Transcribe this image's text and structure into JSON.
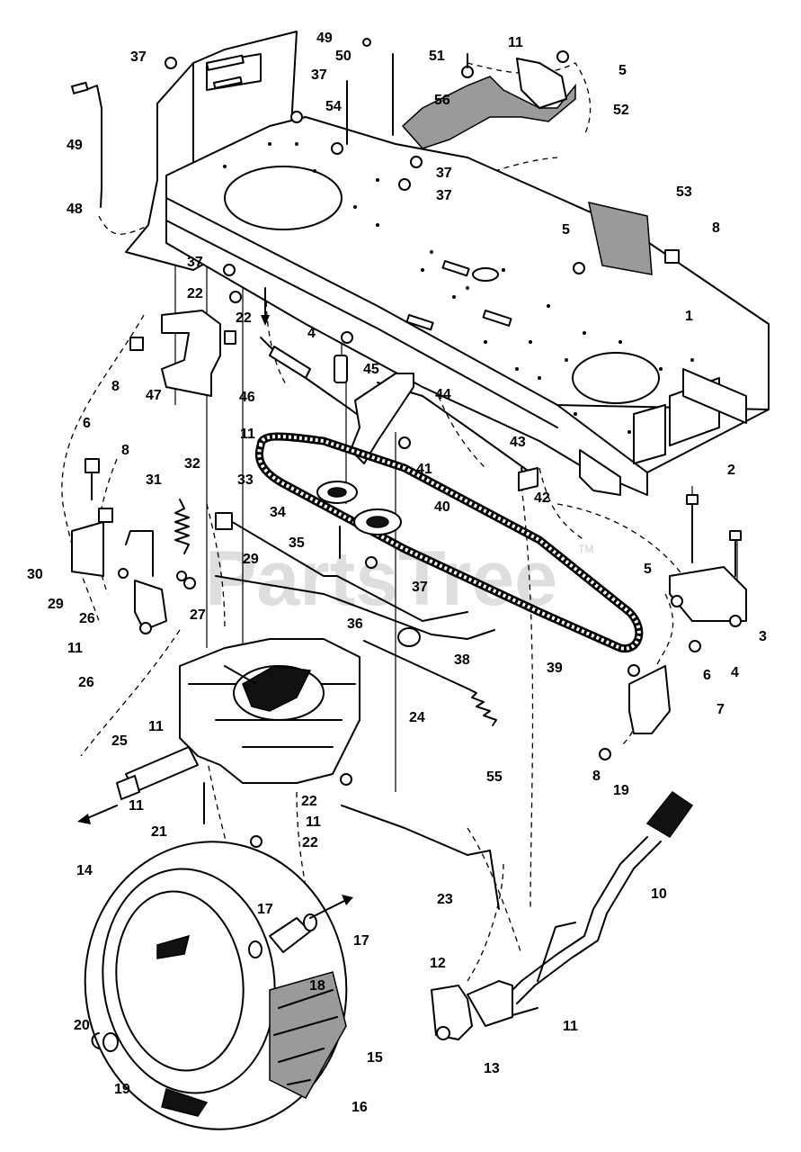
{
  "watermark": {
    "text": "PartsTree",
    "trademark": "TM"
  },
  "callouts": [
    {
      "label": "37"
    },
    {
      "label": "49"
    },
    {
      "label": "11"
    },
    {
      "label": "50"
    },
    {
      "label": "51"
    },
    {
      "label": "5"
    },
    {
      "label": "37"
    },
    {
      "label": "56"
    },
    {
      "label": "54"
    },
    {
      "label": "52"
    },
    {
      "label": "49"
    },
    {
      "label": "37"
    },
    {
      "label": "37"
    },
    {
      "label": "48"
    },
    {
      "label": "53"
    },
    {
      "label": "8"
    },
    {
      "label": "5"
    },
    {
      "label": "37"
    },
    {
      "label": "22"
    },
    {
      "label": "22"
    },
    {
      "label": "1"
    },
    {
      "label": "4"
    },
    {
      "label": "8"
    },
    {
      "label": "45"
    },
    {
      "label": "46"
    },
    {
      "label": "47"
    },
    {
      "label": "44"
    },
    {
      "label": "6"
    },
    {
      "label": "11"
    },
    {
      "label": "43"
    },
    {
      "label": "8"
    },
    {
      "label": "41"
    },
    {
      "label": "31"
    },
    {
      "label": "32"
    },
    {
      "label": "33"
    },
    {
      "label": "2"
    },
    {
      "label": "42"
    },
    {
      "label": "34"
    },
    {
      "label": "40"
    },
    {
      "label": "35"
    },
    {
      "label": "30"
    },
    {
      "label": "5"
    },
    {
      "label": "29"
    },
    {
      "label": "37"
    },
    {
      "label": "29"
    },
    {
      "label": "3"
    },
    {
      "label": "26"
    },
    {
      "label": "27"
    },
    {
      "label": "36"
    },
    {
      "label": "11"
    },
    {
      "label": "39"
    },
    {
      "label": "38"
    },
    {
      "label": "4"
    },
    {
      "label": "6"
    },
    {
      "label": "26"
    },
    {
      "label": "7"
    },
    {
      "label": "11"
    },
    {
      "label": "24"
    },
    {
      "label": "25"
    },
    {
      "label": "55"
    },
    {
      "label": "8"
    },
    {
      "label": "19"
    },
    {
      "label": "11"
    },
    {
      "label": "22"
    },
    {
      "label": "21"
    },
    {
      "label": "11"
    },
    {
      "label": "22"
    },
    {
      "label": "23"
    },
    {
      "label": "10"
    },
    {
      "label": "14"
    },
    {
      "label": "17"
    },
    {
      "label": "17"
    },
    {
      "label": "18"
    },
    {
      "label": "12"
    },
    {
      "label": "20"
    },
    {
      "label": "11"
    },
    {
      "label": "19"
    },
    {
      "label": "15"
    },
    {
      "label": "13"
    },
    {
      "label": "16"
    }
  ]
}
